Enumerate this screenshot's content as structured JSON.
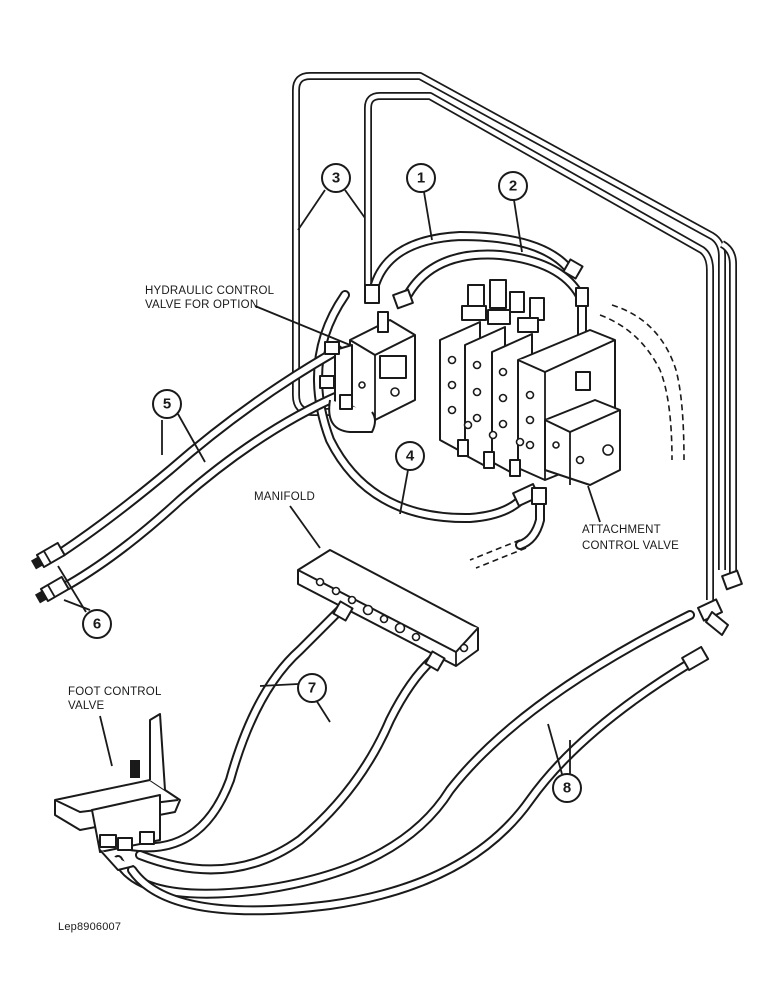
{
  "labels": {
    "hcv_line1": "HYDRAULIC CONTROL",
    "hcv_line2": "VALVE FOR OPTION",
    "manifold": "MANIFOLD",
    "acv_line1": "ATTACHMENT",
    "acv_line2": "CONTROL VALVE",
    "fcv_line1": "FOOT CONTROL",
    "fcv_line2": "VALVE",
    "drawing_ref": "Lep8906007"
  },
  "callouts": [
    "1",
    "2",
    "3",
    "4",
    "5",
    "6",
    "7",
    "8"
  ]
}
